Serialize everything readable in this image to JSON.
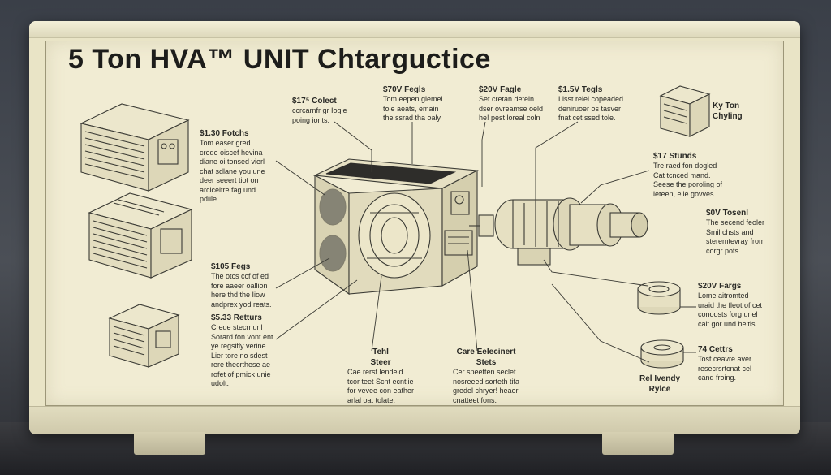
{
  "title": "5 Ton HVA™ UNIT Chtarguctice",
  "callouts": {
    "c179": {
      "head": "$17⁵ Colect",
      "body": "ccrcarnfr gr Iogle\npoing ionts."
    },
    "c70v": {
      "head": "$70V Fegls",
      "body": "Tom eepen glemel\ntole aeats, emain\nthe ssrad tha oaly"
    },
    "c20v_top": {
      "head": "$20V Fagle",
      "body": "Set cretan deteln\ndser ovreamse oeld\nhe! pest loreal coln"
    },
    "c15v": {
      "head": "$1.5V Tegls",
      "body": "Lisst relel copeaded\ndeniruoer os tasver\nfnat cet ssed tole."
    },
    "c130": {
      "head": "$1.30 Fotchs",
      "body": "Tom easer gred\ncrede oiscef hevina\ndiane oi tonsed vierl\nchat sdlane you une\ndeer seeert tiot on\narciceltre fag und\npdiile."
    },
    "ky": {
      "head": "Ky Ton\nChyling",
      "body": ""
    },
    "c17s": {
      "head": "$17 Stunds",
      "body": "Tre raed fon dogled\nCat tcnced mand.\nSeese the poroling of\nleteen, elle govves."
    },
    "c0v": {
      "head": "$0V Tosenl",
      "body": "The secend feoler\nSmil chsts and\nsteremtevray from\ncorgr pots."
    },
    "c105": {
      "head": "$105 Fegs",
      "body": "The otcs ccf of ed\nfore aaeer oallion\nhere thd the Iiow\nandprex yod reats."
    },
    "c20v_mid": {
      "head": "$20V Fargs",
      "body": "Lome aitromted\nuraid the fleot of cet\nconoosts forg unel\ncait gor und heitis."
    },
    "c533": {
      "head": "$5.33 Retturs",
      "body": "Crede stecrnunl\nSorard fon vont ent\nye regsitly verine.\nLier tore no sdest\nrere thecrthese ae\nrofet of pmick unie\nudolt."
    },
    "tehl": {
      "head": "Tehl\nSteer",
      "body": "Cae rersf lendeid\ntcor teet Scnt ecntlie\nfor vevee con eather\narlal oat tolate."
    },
    "care": {
      "head": "Care Eelecinert\nStets",
      "body": "Cer speetten seclet\nnosreeed sorteth tifa\ngredel chryer! heaer\ncnatteet fons."
    },
    "c74": {
      "head": "74 Cettrs",
      "body": "Tost ceavre aver\nresecrsrtcnat cel\ncand froing."
    },
    "rel": {
      "head": "Rel Ivendy\nRylce",
      "body": ""
    }
  },
  "colors": {
    "panel": "#f1ecd3",
    "cabinet": "#e9e4c6",
    "ink": "#2a2a26",
    "line": "#3a3a34"
  }
}
